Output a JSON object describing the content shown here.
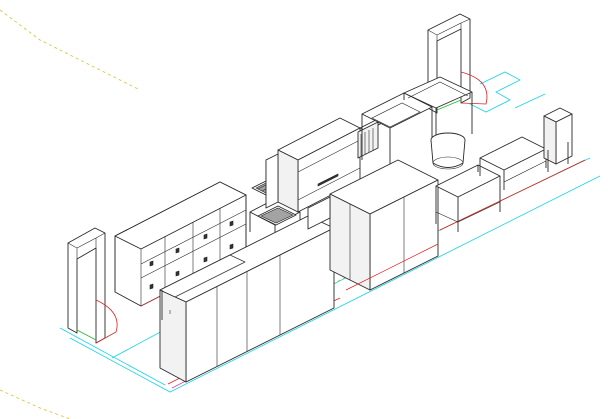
{
  "drawing": {
    "view": "isometric",
    "background": "#ffffff",
    "colors": {
      "outline": "#2a2a2a",
      "floor_line_cyan": "#19d3e6",
      "door_swing_green": "#22bb33",
      "door_swing_red": "#dd2222",
      "dashed_yellow": "#d9c224",
      "magenta": "#e040a0"
    }
  },
  "equipment": [
    {
      "id": "door-frame-left",
      "icon": "door-frame-icon"
    },
    {
      "id": "door-frame-right",
      "icon": "door-frame-icon"
    },
    {
      "id": "storage-cabinet",
      "icon": "cabinet-icon"
    },
    {
      "id": "dishwasher-conveyor",
      "icon": "dishwasher-icon"
    },
    {
      "id": "dish-rack-trolley",
      "icon": "rack-trolley-icon"
    },
    {
      "id": "sink-table",
      "icon": "sink-icon"
    },
    {
      "id": "round-waste-bin",
      "icon": "bin-icon"
    },
    {
      "id": "front-counter",
      "icon": "counter-icon"
    },
    {
      "id": "tall-refrigerator",
      "icon": "refrigerator-icon"
    },
    {
      "id": "work-table",
      "icon": "table-icon"
    },
    {
      "id": "prep-counter-right",
      "icon": "counter-icon"
    },
    {
      "id": "tall-column-unit",
      "icon": "column-icon"
    }
  ]
}
